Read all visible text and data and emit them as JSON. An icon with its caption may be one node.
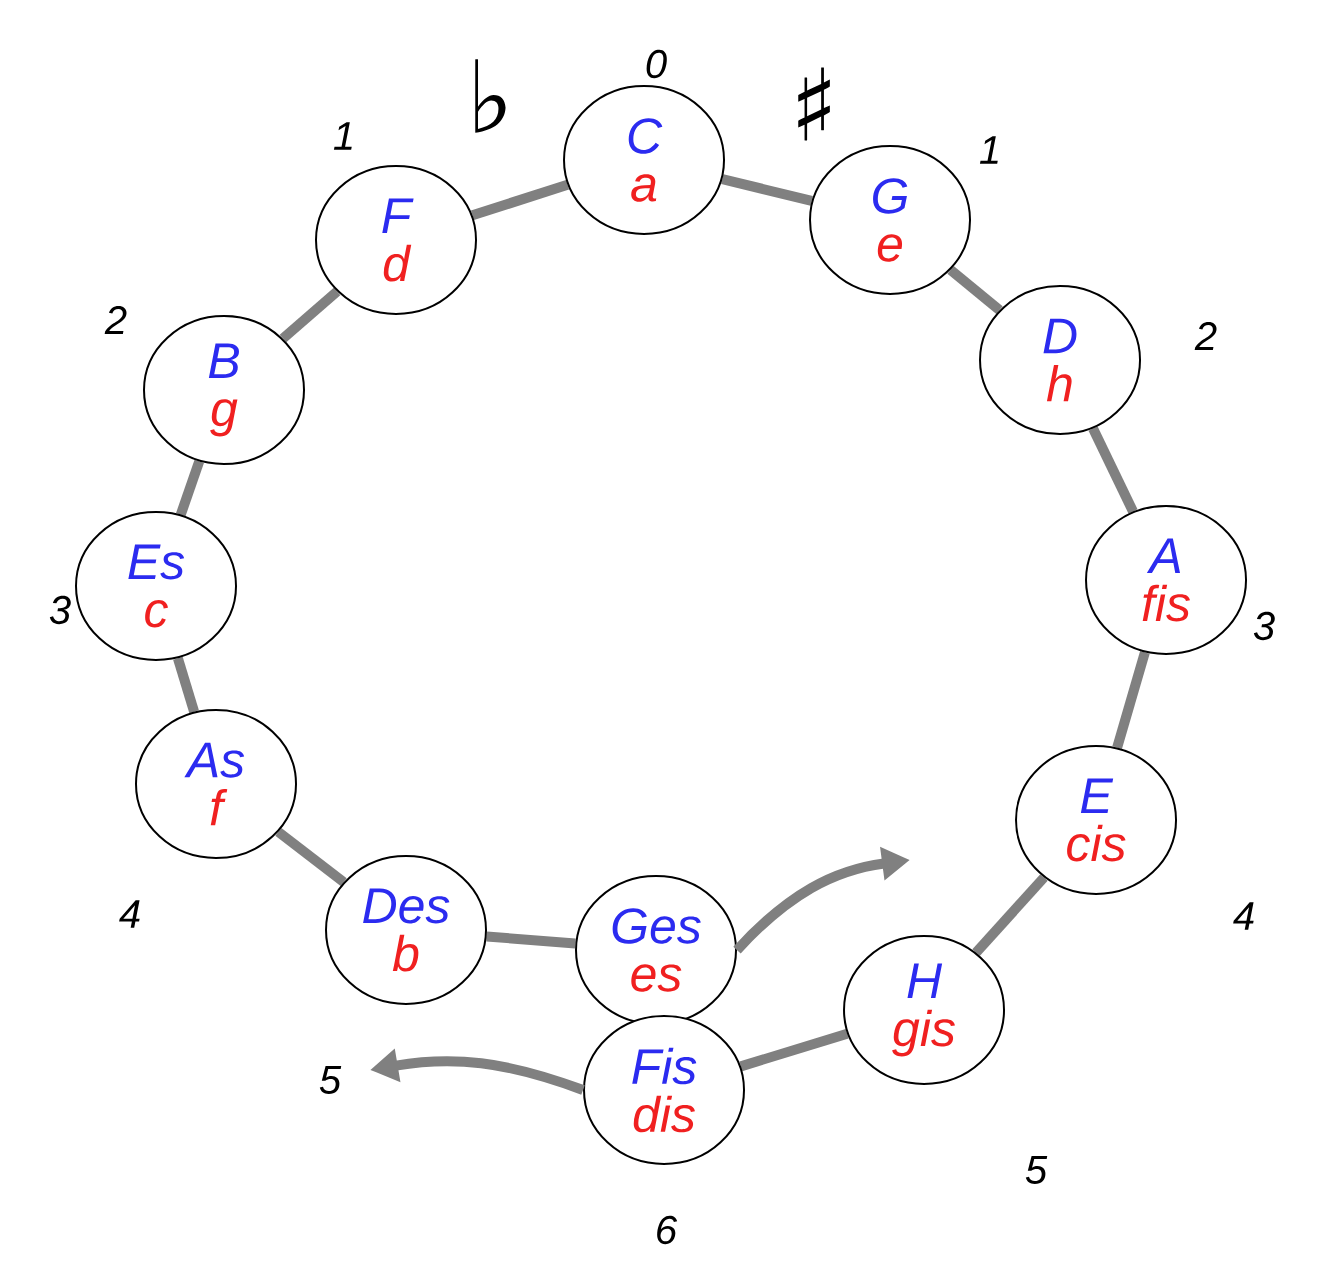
{
  "diagram": {
    "nodes": [
      {
        "text": [
          "C",
          "a"
        ],
        "beside": [
          "0"
        ]
      },
      {
        "text": [
          "G",
          "e"
        ],
        "beside": [
          "1"
        ]
      },
      {
        "text": [
          "D",
          "h"
        ],
        "beside": [
          "2"
        ]
      },
      {
        "text": [
          "A",
          "fis"
        ],
        "beside": [
          "3"
        ]
      },
      {
        "text": [
          "E",
          "cis"
        ],
        "beside": [
          "4"
        ]
      },
      {
        "text": [
          "H",
          "gis"
        ],
        "beside": [
          "5"
        ]
      },
      {
        "text": [
          "Fis",
          "dis"
        ],
        "beside": [
          "6"
        ]
      },
      {
        "text": [
          "Ges",
          "es"
        ]
      },
      {
        "text": [
          "Des",
          "b"
        ],
        "beside": [
          "5"
        ]
      },
      {
        "text": [
          "As",
          "f"
        ],
        "beside": [
          "4"
        ]
      },
      {
        "text": [
          "Es",
          "c"
        ],
        "beside": [
          "3"
        ]
      },
      {
        "text": [
          "B",
          "g"
        ],
        "beside": [
          "2"
        ]
      },
      {
        "text": [
          "F",
          "d"
        ],
        "beside": [
          "1"
        ]
      }
    ],
    "edges": [
      {
        "from": 0,
        "to": 1,
        "arrow": "none"
      },
      {
        "from": 1,
        "to": 2,
        "arrow": "none"
      },
      {
        "from": 2,
        "to": 3,
        "arrow": "none"
      },
      {
        "from": 3,
        "to": 4,
        "arrow": "none"
      },
      {
        "from": 4,
        "to": 5,
        "arrow": "none"
      },
      {
        "from": 5,
        "to": 6,
        "arrow": "none"
      },
      {
        "from": 7,
        "to": 8,
        "arrow": "none"
      },
      {
        "from": 8,
        "to": 9,
        "arrow": "none"
      },
      {
        "from": 9,
        "to": 10,
        "arrow": "none"
      },
      {
        "from": 10,
        "to": 11,
        "arrow": "none"
      },
      {
        "from": 11,
        "to": 12,
        "arrow": "none"
      },
      {
        "from": 12,
        "to": 0,
        "arrow": "none"
      },
      {
        "from": 7,
        "to": null,
        "arrow": "to"
      },
      {
        "from": 6,
        "to": null,
        "arrow": "to"
      }
    ],
    "labels": [
      "♭",
      "♯"
    ]
  }
}
